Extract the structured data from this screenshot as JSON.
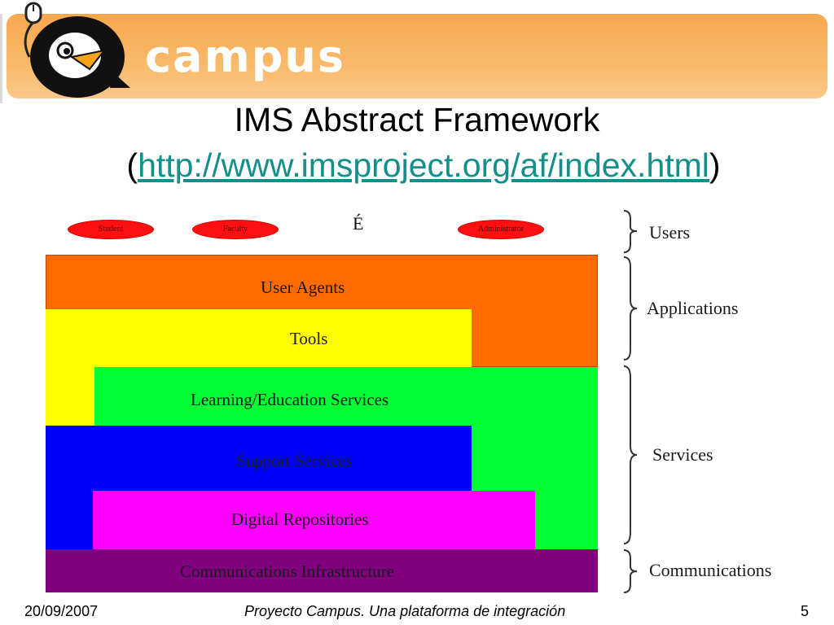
{
  "header": {
    "brand": "campus"
  },
  "slide": {
    "title": "IMS Abstract Framework",
    "link_open": "(",
    "link": "http://www.imsproject.org/af/index.html",
    "link_close": ")"
  },
  "diagram": {
    "users": [
      "Student",
      "Faculty",
      "Administrator"
    ],
    "ellipsis": "É",
    "layers": {
      "user_agents": "User Agents",
      "tools": "Tools",
      "learning_services": "Learning/Education Services",
      "support_services": "Support Services",
      "digital_repositories": "Digital Repositories",
      "communications_infrastructure": "Communications Infrastructure"
    },
    "groups": {
      "users": "Users",
      "applications": "Applications",
      "services": "Services",
      "communications": "Communications"
    },
    "colors": {
      "user_agents": "#ff6a00",
      "tools": "#ffff00",
      "learning_services": "#00ff33",
      "support_services": "#0000ff",
      "digital_repositories": "#ff00ff",
      "communications_infrastructure": "#800080",
      "user_ovals": "#ff1010"
    }
  },
  "footer": {
    "date": "20/09/2007",
    "caption": "Proyecto Campus. Una plataforma de integración",
    "page": "5"
  }
}
